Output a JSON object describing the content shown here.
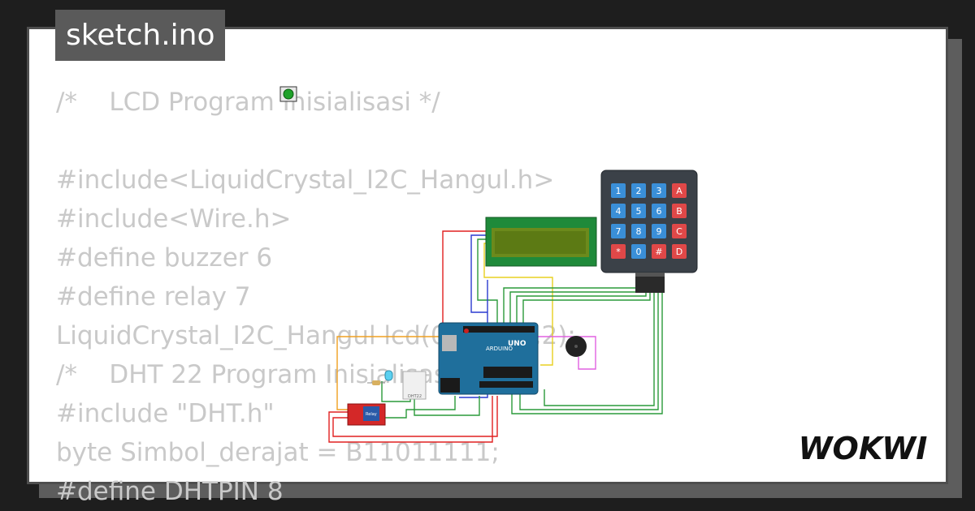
{
  "tab": {
    "filename": "sketch.ino"
  },
  "code_lines": [
    "/*    LCD Program Inisialisasi */",
    "",
    "#include<LiquidCrystal_I2C_Hangul.h>",
    "#include<Wire.h>",
    "#define buzzer 6",
    "#define relay 7",
    "LiquidCrystal_I2C_Hangul lcd(0x27,16,2);",
    "/*    DHT 22 Program Inisialisasi",
    "#include \"DHT.h\"",
    "byte Simbol_derajat = B11011111;",
    "#define DHTPIN 8"
  ],
  "keypad": {
    "keys": [
      [
        "1",
        "2",
        "3",
        "A"
      ],
      [
        "4",
        "5",
        "6",
        "B"
      ],
      [
        "7",
        "8",
        "9",
        "C"
      ],
      [
        "*",
        "0",
        "#",
        "D"
      ]
    ]
  },
  "arduino": {
    "model": "UNO",
    "brand": "ARDUINO"
  },
  "relay_module": {
    "label": "Relay"
  },
  "dht_sensor": {
    "label": "DHT22"
  },
  "brand": {
    "name": "WOKWI"
  },
  "colors": {
    "background": "#1e1e1e",
    "card": "#ffffff",
    "tab": "#5a5a5a",
    "code_text": "#c9c9c9",
    "lcd_screen": "#6c8a1c",
    "lcd_board": "#1f8a3a",
    "arduino_board": "#1f6f9c",
    "keypad_body": "#3b4148",
    "key_blue": "#3a8fd8",
    "key_red": "#e04848",
    "relay_board": "#d42828",
    "wire_red": "#e02020",
    "wire_green": "#2a9a3a",
    "wire_blue": "#2a3ad0",
    "wire_yellow": "#e8d020",
    "wire_orange": "#f0a020",
    "wire_pink": "#e060e0"
  }
}
